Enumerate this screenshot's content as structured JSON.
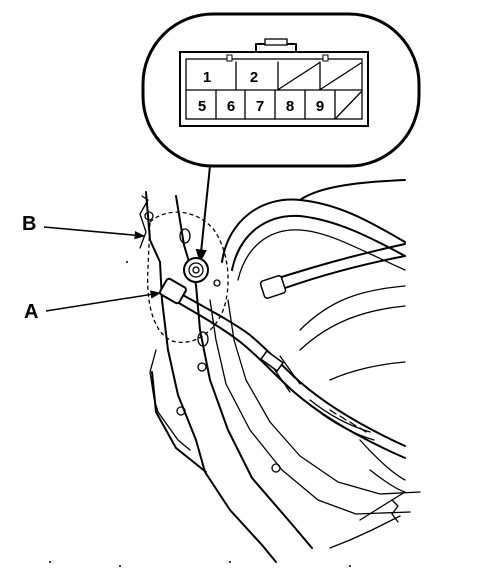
{
  "callouts": {
    "b": "B",
    "a": "A"
  },
  "connector": {
    "pins_top": [
      "1",
      "2"
    ],
    "pins_bottom": [
      "5",
      "6",
      "7",
      "8",
      "9"
    ]
  }
}
